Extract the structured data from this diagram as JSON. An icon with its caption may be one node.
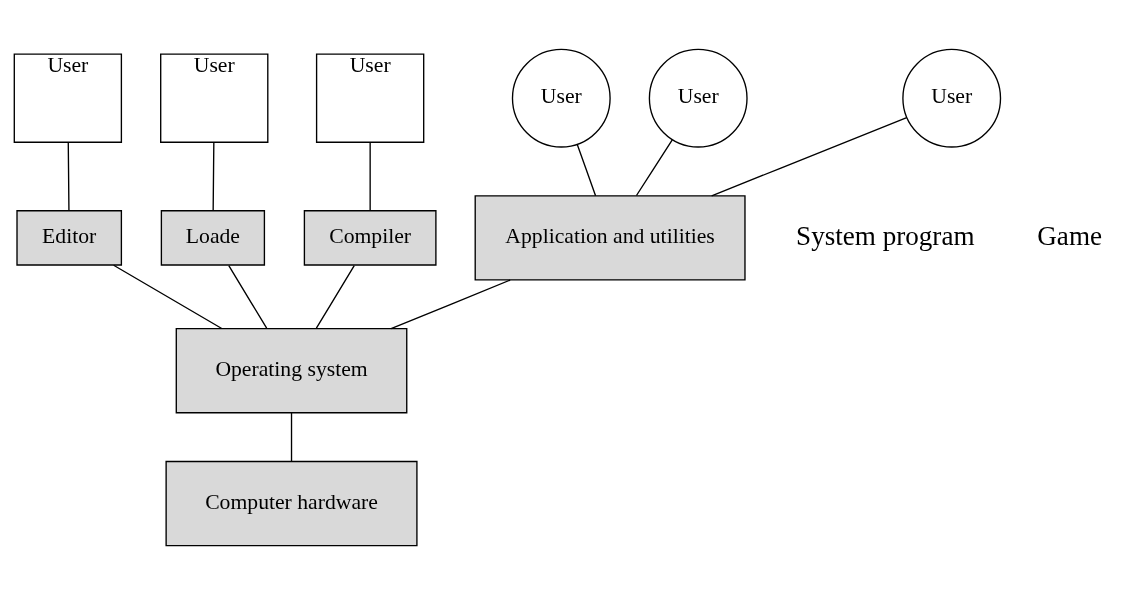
{
  "diagram": {
    "nodes": [
      {
        "text": [
          "User"
        ]
      },
      {
        "text": [
          "User"
        ]
      },
      {
        "text": [
          "User"
        ]
      },
      {
        "text": [
          "User"
        ]
      },
      {
        "text": [
          "User"
        ]
      },
      {
        "text": [
          "User"
        ]
      },
      {
        "text": [
          "Editor"
        ]
      },
      {
        "text": [
          "Loade"
        ]
      },
      {
        "text": [
          "Compiler"
        ]
      },
      {
        "text": [
          "Application and utilities"
        ]
      },
      {
        "text": [
          "Operating system"
        ]
      },
      {
        "text": [
          "Computer hardware"
        ]
      }
    ],
    "edges": [
      {
        "from": 0,
        "to": 6,
        "arrow": "none"
      },
      {
        "from": 1,
        "to": 7,
        "arrow": "none"
      },
      {
        "from": 2,
        "to": 8,
        "arrow": "none"
      },
      {
        "from": 3,
        "to": 9,
        "arrow": "none"
      },
      {
        "from": 4,
        "to": 9,
        "arrow": "none"
      },
      {
        "from": 5,
        "to": 9,
        "arrow": "none"
      },
      {
        "from": 6,
        "to": 10,
        "arrow": "none"
      },
      {
        "from": 7,
        "to": 10,
        "arrow": "none"
      },
      {
        "from": 8,
        "to": 10,
        "arrow": "none"
      },
      {
        "from": 9,
        "to": 10,
        "arrow": "none"
      },
      {
        "from": 10,
        "to": 11,
        "arrow": "none"
      }
    ],
    "labels": [
      "System program",
      "Game"
    ]
  }
}
